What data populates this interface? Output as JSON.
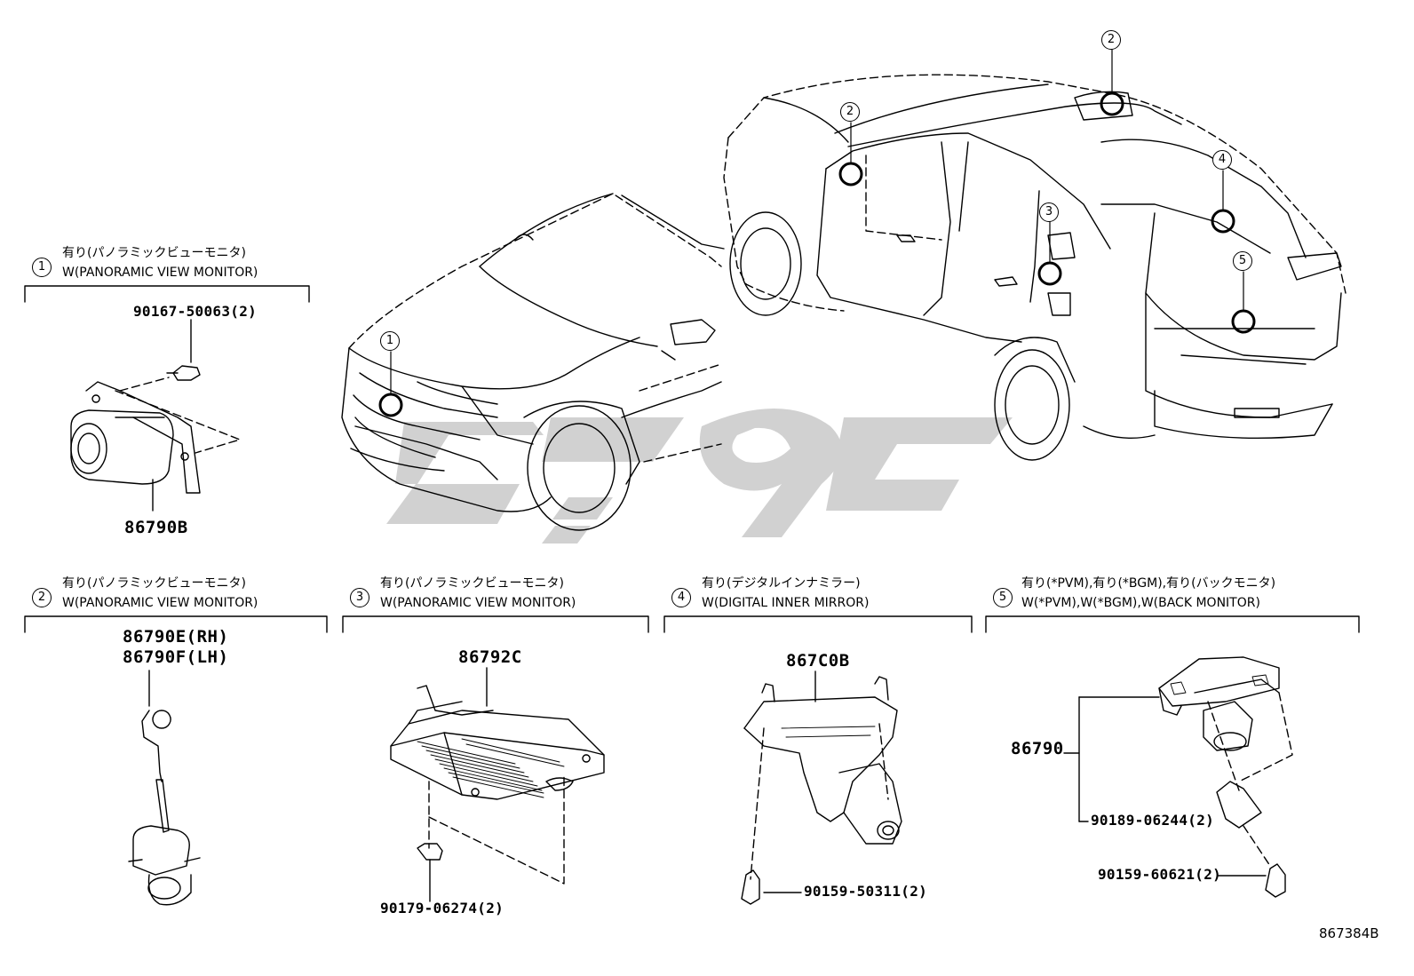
{
  "groups": [
    {
      "number": "1",
      "note_jp": "有り(パノラミックビューモニタ)",
      "note_en": "W(PANORAMIC VIEW MONITOR)",
      "parts": [
        "90167-50063(2)",
        "86790B"
      ]
    },
    {
      "number": "2",
      "note_jp": "有り(パノラミックビューモニタ)",
      "note_en": "W(PANORAMIC VIEW MONITOR)",
      "parts": [
        "86790E(RH)",
        "86790F(LH)"
      ]
    },
    {
      "number": "3",
      "note_jp": "有り(パノラミックビューモニタ)",
      "note_en": "W(PANORAMIC VIEW MONITOR)",
      "parts": [
        "86792C",
        "90179-06274(2)"
      ]
    },
    {
      "number": "4",
      "note_jp": "有り(デジタルインナミラー)",
      "note_en": "W(DIGITAL INNER MIRROR)",
      "parts": [
        "867C0B",
        "90159-50311(2)"
      ]
    },
    {
      "number": "5",
      "note_jp": "有り(*PVM),有り(*BGM),有り(バックモニタ)",
      "note_en": "W(*PVM),W(*BGM),W(BACK MONITOR)",
      "parts": [
        "86790",
        "90189-06244(2)",
        "90159-60621(2)"
      ]
    }
  ],
  "vehicle_callouts": [
    "1",
    "2",
    "2",
    "3",
    "4",
    "5"
  ],
  "diagram_code": "867384B"
}
